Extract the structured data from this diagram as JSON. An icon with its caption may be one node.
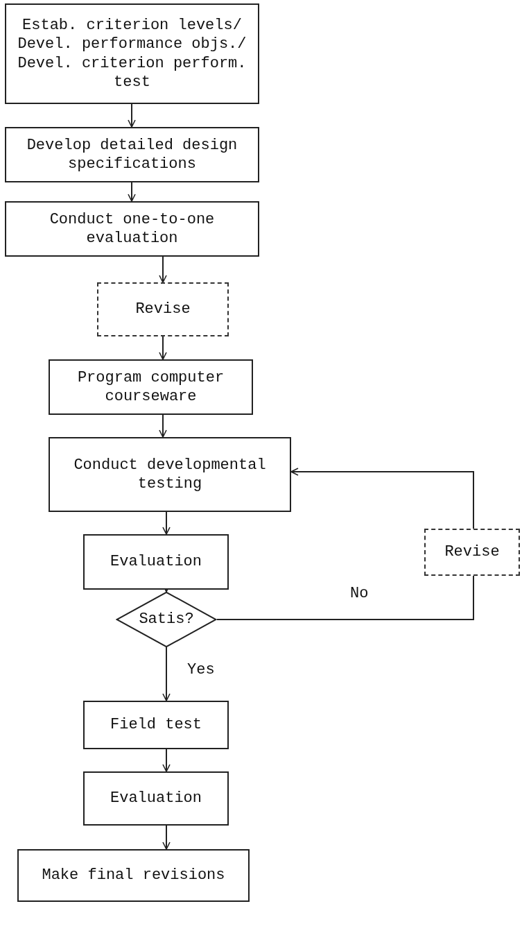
{
  "diagram": {
    "nodes": [
      {
        "text": [
          "Estab. criterion levels/ Devel. performance objs./ Devel. criterion perform. test"
        ]
      },
      {
        "text": [
          "Develop detailed design specifications"
        ]
      },
      {
        "text": [
          "Conduct one-to-one evaluation"
        ]
      },
      {
        "text": [
          "Revise"
        ]
      },
      {
        "text": [
          "Program computer courseware"
        ]
      },
      {
        "text": [
          "Conduct developmental testing"
        ]
      },
      {
        "text": [
          "Evaluation"
        ]
      },
      {
        "text": [
          "Satis?"
        ]
      },
      {
        "text": [
          "Revise"
        ]
      },
      {
        "text": [
          "Field test"
        ]
      },
      {
        "text": [
          "Evaluation"
        ]
      },
      {
        "text": [
          "Make final revisions"
        ]
      }
    ],
    "edges": [
      {
        "from": 0,
        "to": 1,
        "arrow": "to"
      },
      {
        "from": 1,
        "to": 2,
        "arrow": "to"
      },
      {
        "from": 2,
        "to": 3,
        "arrow": "to"
      },
      {
        "from": 3,
        "to": 4,
        "arrow": "to"
      },
      {
        "from": 4,
        "to": 5,
        "arrow": "to"
      },
      {
        "from": 5,
        "to": 6,
        "arrow": "to"
      },
      {
        "from": 6,
        "to": 7,
        "arrow": "to"
      },
      {
        "from": 7,
        "to": 8,
        "arrow": "none",
        "label": "No"
      },
      {
        "from": 8,
        "to": 5,
        "arrow": "to"
      },
      {
        "from": 7,
        "to": 9,
        "arrow": "to",
        "label": "Yes"
      },
      {
        "from": 9,
        "to": 10,
        "arrow": "to"
      },
      {
        "from": 10,
        "to": 11,
        "arrow": "to"
      }
    ]
  }
}
